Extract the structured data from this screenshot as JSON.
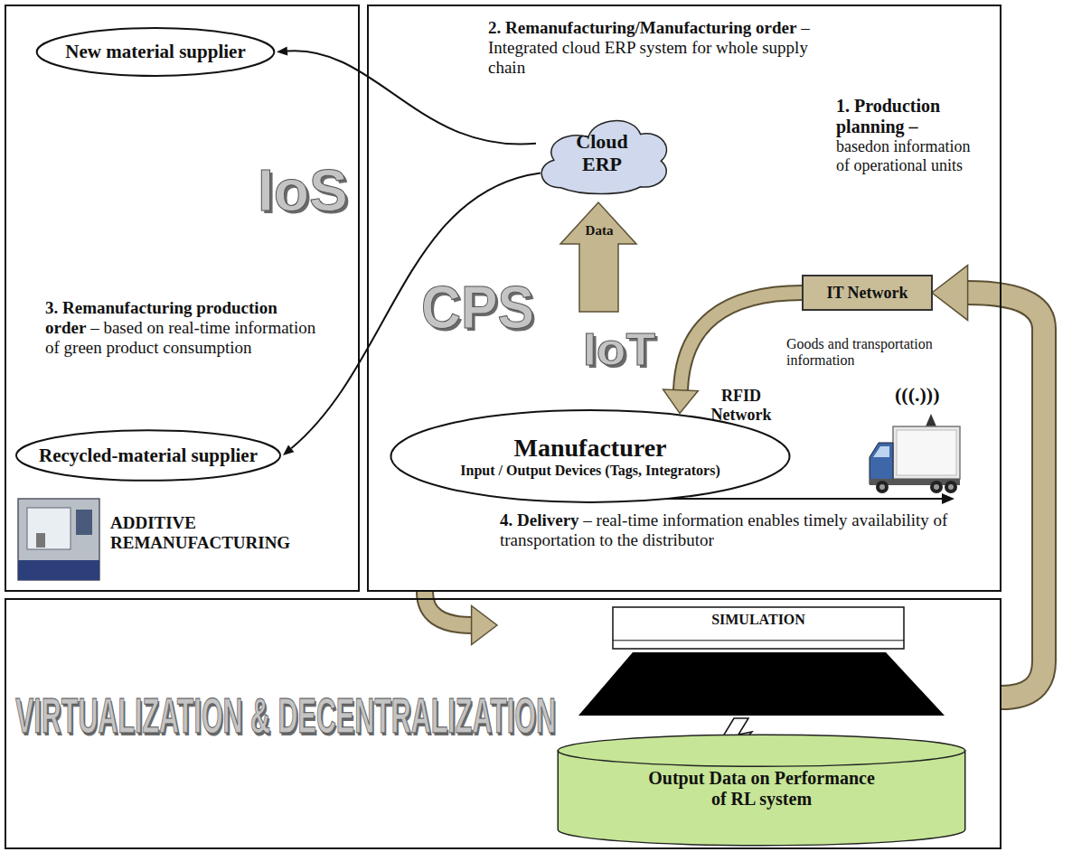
{
  "diagram": {
    "nodes": [
      {
        "text": [
          "IoS"
        ]
      },
      {
        "text": [
          "New material supplier"
        ],
        "in": 0
      },
      {
        "text": [
          "Recycled-material supplier"
        ],
        "in": 0
      },
      {
        "text": [
          "CPS"
        ]
      },
      {
        "text": [
          "Cloud ERP"
        ],
        "in": 3
      },
      {
        "text": [
          "IT Network"
        ],
        "in": 3
      },
      {
        "text": [
          "Manufacturer",
          "Input / Output Devices (Tags, Integrators)"
        ],
        "in": 3
      },
      {
        "text": [
          "VIRTUALIZATION & DECENTRALIZATION"
        ]
      },
      {
        "text": [
          "SIMULATION"
        ],
        "in": 7
      },
      {
        "text": [
          "Output Data on Performance of RL system"
        ],
        "in": 7
      }
    ],
    "edges": [
      {
        "from": 4,
        "to": 1,
        "arrow": "to"
      },
      {
        "from": 4,
        "to": 2,
        "arrow": "to"
      },
      {
        "from": 5,
        "to": 6,
        "arrow": "to"
      },
      {
        "from": 3,
        "to": 7,
        "arrow": "to"
      },
      {
        "from": 7,
        "to": 5,
        "arrow": "to"
      }
    ],
    "labels": [
      "1. Production planning –",
      "basedon information of operational units",
      "2. Remanufacturing/Manufacturing order",
      "– Integrated cloud ERP system for whole supply chain",
      "3. Remanufacturing production order",
      "– based on real-time information of green product consumption",
      "4. Delivery",
      "– real-time information enables timely availability of transportation to the distributor",
      "Data",
      "IoT",
      "Goods and transportation information",
      "RFID Network",
      "(((.)))",
      "ADDITIVE REMANUFACTURING"
    ]
  }
}
